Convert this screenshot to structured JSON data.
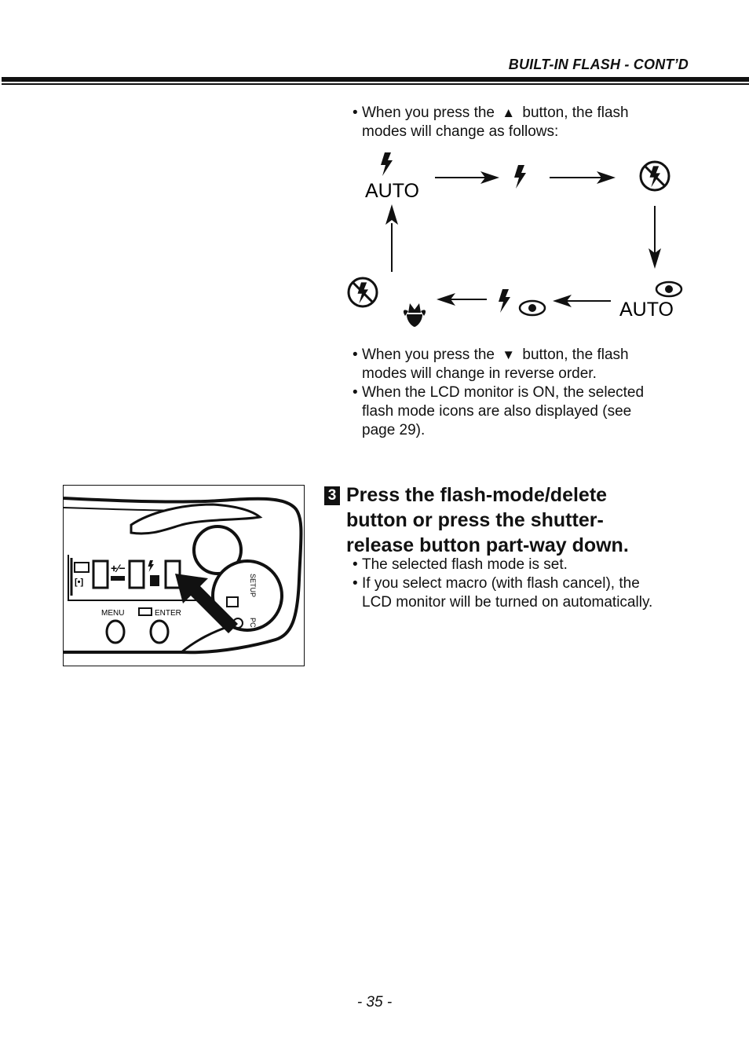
{
  "header": {
    "title": "BUILT-IN FLASH - CONT’D"
  },
  "intro_up": {
    "bullet": "•",
    "text_before": "When you press the",
    "arrow": "▲",
    "text_after": "button, the flash modes will change as follows:",
    "line1_after": "button, the flash",
    "line2": "modes will change as follows:"
  },
  "flash_cycle": {
    "auto_label_1": "AUTO",
    "auto_label_2": "AUTO",
    "icons": [
      "flash-auto-icon",
      "fill-flash-icon",
      "flash-cancel-icon",
      "red-eye-auto-icon",
      "red-eye-fill-icon",
      "macro-icon",
      "flash-cancel-icon"
    ]
  },
  "after_list": {
    "items": [
      {
        "bullet": "•",
        "line1_before": "When you press the",
        "arrow": "▼",
        "line1_after": "button, the flash",
        "line2": "modes will change in reverse order."
      },
      {
        "bullet": "•",
        "line1": "When the LCD monitor is ON, the selected",
        "line2": "flash mode icons are also displayed (see",
        "line3": "page 29)."
      }
    ]
  },
  "step3": {
    "number": "3",
    "heading_line1": "Press the flash-mode/delete",
    "heading_line2": "button or press the shutter-",
    "heading_line3": "release button part-way down.",
    "bullets": [
      {
        "bullet": "•",
        "line1": "The selected flash mode is set."
      },
      {
        "bullet": "•",
        "line1": "If you select macro (with flash cancel), the",
        "line2": "LCD monitor will be turned on automatically."
      }
    ]
  },
  "camera": {
    "menu_label": "MENU",
    "enter_label": "ENTER",
    "setup_label": "SETUP",
    "pc_label": "PC"
  },
  "footer": {
    "page": "- 35 -"
  }
}
